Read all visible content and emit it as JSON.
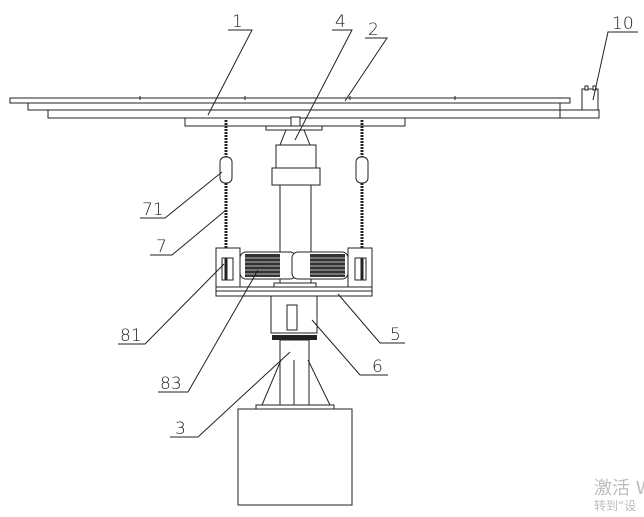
{
  "labels": {
    "l1": "1",
    "l2": "2",
    "l3": "3",
    "l4": "4",
    "l5": "5",
    "l6": "6",
    "l7": "7",
    "l10": "10",
    "l71": "71",
    "l81": "81",
    "l83": "83"
  },
  "watermark": {
    "line1": "激活 W",
    "line2": "转到“设"
  }
}
